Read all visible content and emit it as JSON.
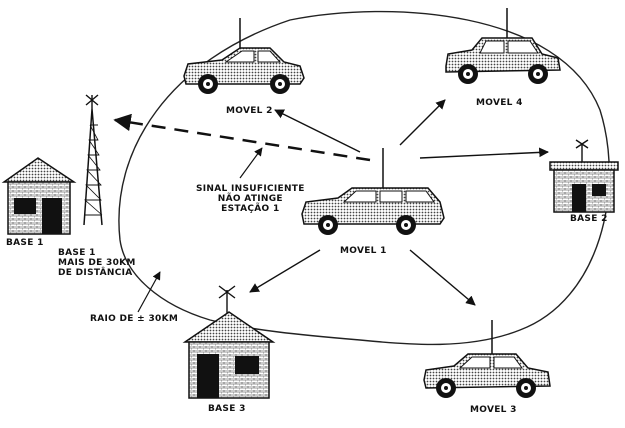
{
  "labels": {
    "movel1": "MOVEL 1",
    "movel2": "MOVEL 2",
    "movel3": "MOVEL 3",
    "movel4": "MOVEL 4",
    "base1": "BASE 1",
    "base2": "BASE 2",
    "base3": "BASE 3",
    "base1_note": [
      "BASE 1",
      "MAIS DE 30KM",
      "DE DISTÂNCIA"
    ],
    "signal_note": [
      "SINAL INSUFICIENTE",
      "NÃO ATINGE",
      "ESTAÇÃO 1"
    ],
    "radius_note": "RAIO DE ± 30KM"
  },
  "colors": {
    "ink": "#1a1a1a",
    "paper": "#ffffff",
    "shade": "#9a9a9a"
  },
  "icons": {
    "vehicles": [
      "car-icon",
      "wagon-icon",
      "hatchback-icon",
      "sedan-icon"
    ],
    "stations": [
      "house-icon",
      "antenna-tower-icon",
      "antenna-icon"
    ]
  }
}
